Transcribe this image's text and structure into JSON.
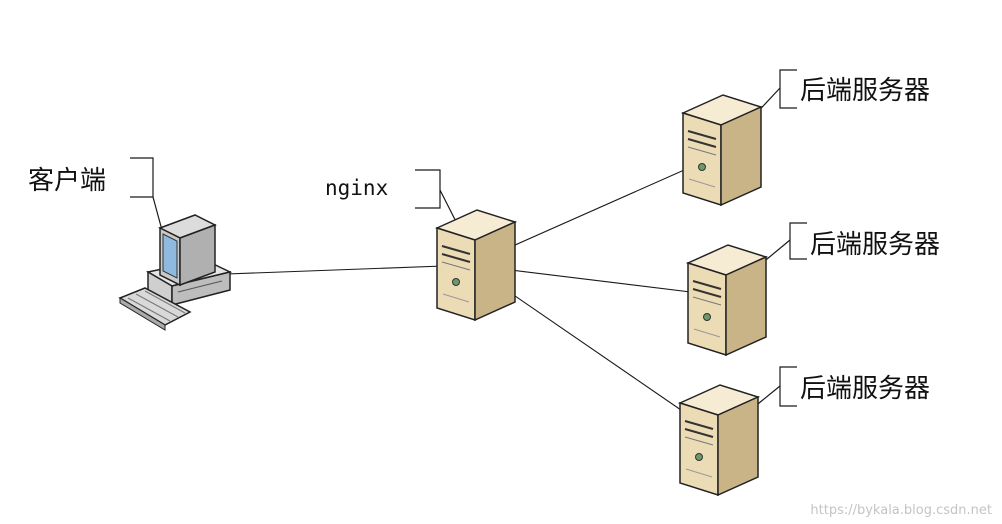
{
  "nodes": {
    "client": {
      "label": "客户端"
    },
    "nginx": {
      "label": "nginx"
    },
    "servers": [
      {
        "label": "后端服务器"
      },
      {
        "label": "后端服务器"
      },
      {
        "label": "后端服务器"
      }
    ]
  },
  "watermark": "https://bykala.blog.csdn.net",
  "colors": {
    "server_front": "#ecdcb6",
    "server_side": "#c9b487",
    "server_top": "#f6ecd4",
    "monitor": "#c9c9c9",
    "screen": "#8fb9de",
    "line": "#1a1a1a"
  }
}
